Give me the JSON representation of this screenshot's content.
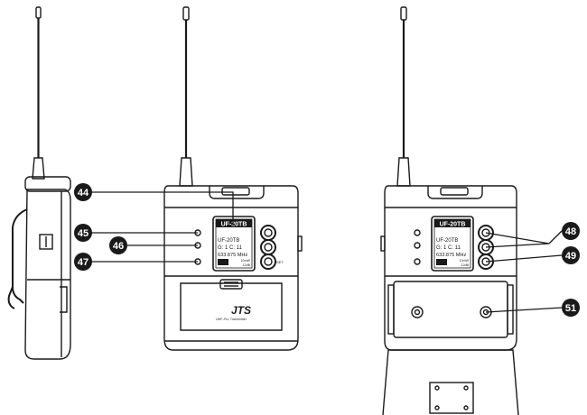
{
  "callouts": [
    {
      "id": "44",
      "label": "44"
    },
    {
      "id": "45",
      "label": "45"
    },
    {
      "id": "46",
      "label": "46"
    },
    {
      "id": "47",
      "label": "47"
    },
    {
      "id": "48",
      "label": "48"
    },
    {
      "id": "49",
      "label": "49"
    },
    {
      "id": "51",
      "label": "51"
    }
  ],
  "front_view": {
    "lcd": {
      "header": "UF-20TB",
      "model_line": "UF-20TB",
      "group_line": "G: 1    C: 11",
      "freq_line": "633.875 MHz",
      "power_line": "10mW",
      "gain_line": "-12dB"
    },
    "brand": "JTS",
    "brand_sub": "UHF-PLL Transmitter",
    "button_set_label": "SET"
  },
  "back_view": {
    "lcd": {
      "header": "UF-20TB",
      "model_line": "UF-20TB",
      "group_line": "G: 1    C: 11",
      "freq_line": "633.875 MHz",
      "power_line": "10mW",
      "gain_line": "-12dB"
    }
  },
  "colors": {
    "line": "#1a1a1a",
    "callout_fill": "#1a1a1a",
    "callout_text": "#ffffff",
    "lcd_bg": "#ffffff",
    "body_fill": "#ffffff"
  }
}
